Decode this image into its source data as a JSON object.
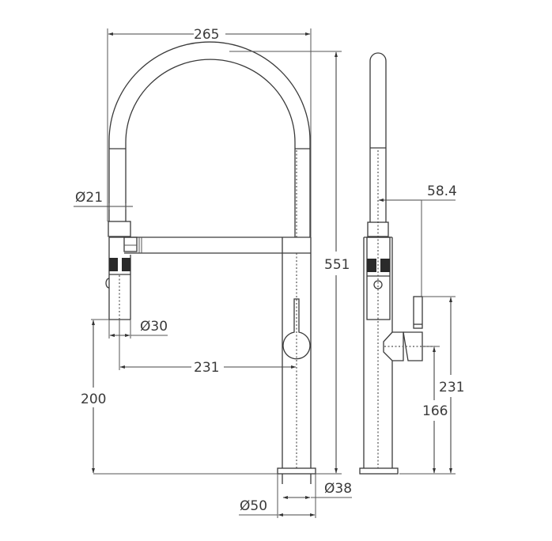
{
  "diagram": {
    "title": "Pull-down kitchen mixer tap technical dimension drawing",
    "units": "mm",
    "views": [
      "front-view",
      "side-view"
    ],
    "dimensions": {
      "overall_width": "265",
      "overall_height": "551",
      "hose_diameter": "Ø21",
      "spray_head_diameter": "Ø30",
      "spray_head_height": "200",
      "spout_reach": "231",
      "body_diameter": "Ø38",
      "base_diameter": "Ø50",
      "handle_offset": "58.4",
      "handle_top_height": "231",
      "handle_pivot_height": "166"
    }
  }
}
